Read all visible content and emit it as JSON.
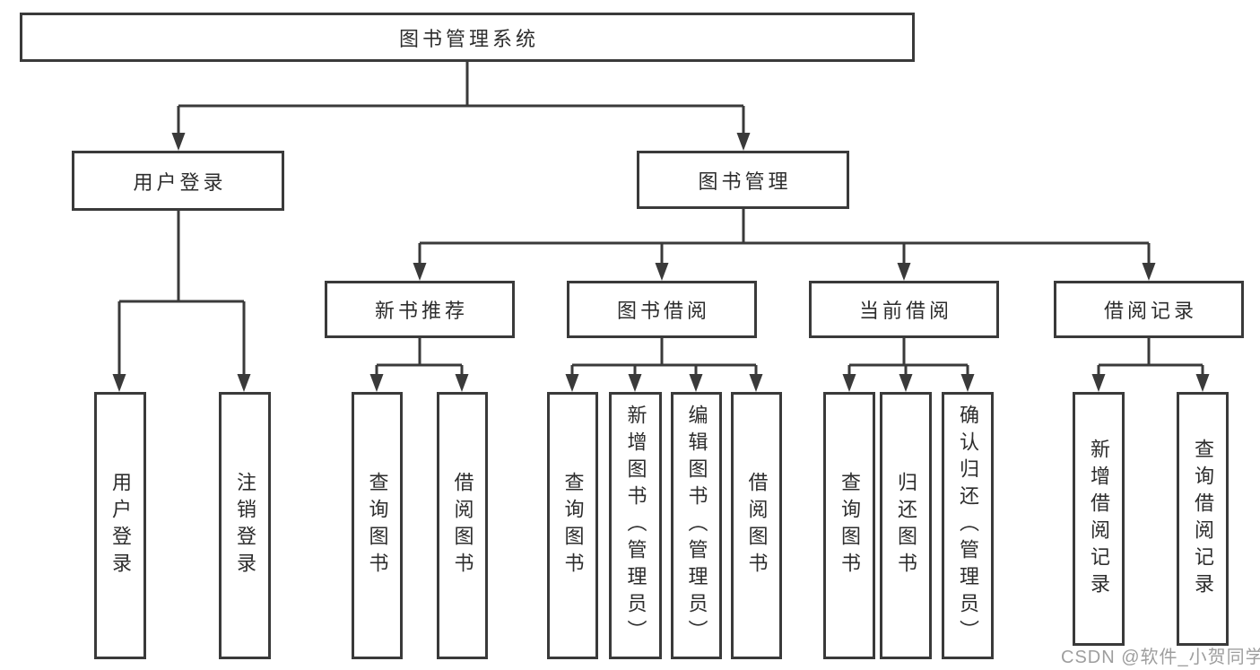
{
  "diagram": {
    "root": {
      "label": "图书管理系统"
    },
    "level2": [
      {
        "label": "用户登录"
      },
      {
        "label": "图书管理"
      }
    ],
    "level3": [
      {
        "label": "新书推荐"
      },
      {
        "label": "图书借阅"
      },
      {
        "label": "当前借阅"
      },
      {
        "label": "借阅记录"
      }
    ],
    "leaves": [
      {
        "label": "用户登录"
      },
      {
        "label": "注销登录"
      },
      {
        "label": "查询图书"
      },
      {
        "label": "借阅图书"
      },
      {
        "label": "查询图书"
      },
      {
        "label": "新增图书（管理员）"
      },
      {
        "label": "编辑图书（管理员）"
      },
      {
        "label": "借阅图书"
      },
      {
        "label": "查询图书"
      },
      {
        "label": "归还图书"
      },
      {
        "label": "确认归还（管理员）"
      },
      {
        "label": "新增借阅记录"
      },
      {
        "label": "查询借阅记录"
      }
    ]
  },
  "watermark": {
    "text": "CSDN @软件_小贺同学"
  },
  "colors": {
    "line": "#3a3a3a",
    "text": "#2d2d2d",
    "watermark": "#969696",
    "background": "#ffffff"
  }
}
